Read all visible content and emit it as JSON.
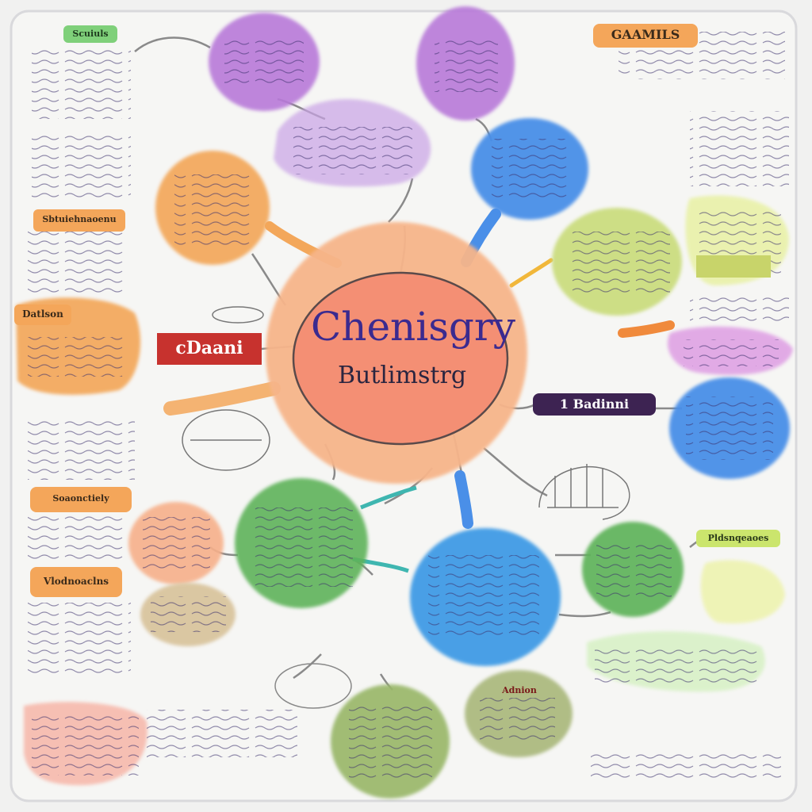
{
  "center": {
    "title": "Chenisgry",
    "subtitle": "Butlimstrg"
  },
  "labels": {
    "top_left_tag": "Scuiuls",
    "top_right_tag": "GAAMILS",
    "left_tag_mid": "Sbtuiehnaoenu",
    "left_big_tag": "Datlson",
    "red_tag": "cDaani",
    "dark_tag": "1 Badinni",
    "left_tag_lower": "Soaonctiely",
    "left_tag_bottom": "Vlodnoaclns",
    "right_green_tag": "Pldsnqeaoes",
    "bottom_blob_tag": "Adnion"
  },
  "colors": {
    "purple": "#b879d9",
    "blue": "#4a8fe8",
    "orange": "#f3a75a",
    "green": "#5fb35a",
    "olive": "#9ab86a",
    "peach": "#f7b08a",
    "tan": "#d8c29a",
    "yellowgreen": "#d6e88a",
    "center_outer": "#f7b58a",
    "center_inner": "#f48f74",
    "red": "#c7322e",
    "dark": "#3d2352"
  }
}
